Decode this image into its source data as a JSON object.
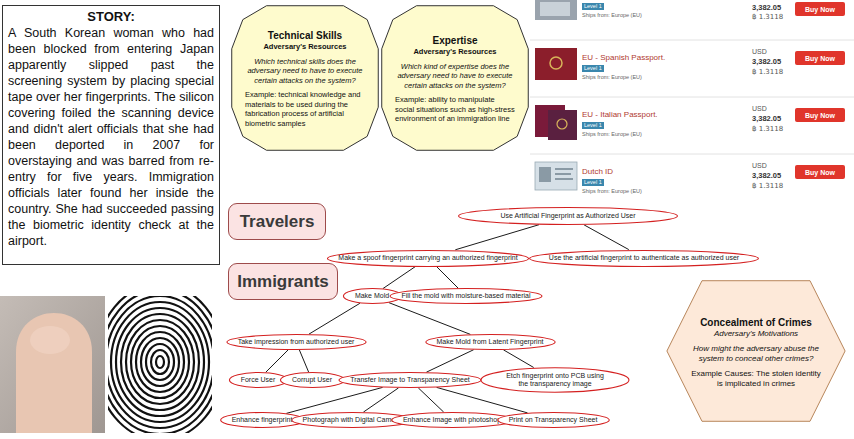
{
  "diagram": {
    "nodes": [
      {
        "text": [
          "STORY:",
          "A South Korean woman who had been blocked from entering Japan apparently slipped past the screening system by placing special tape over her fingerprints. The silicon covering foiled the scanning device and didn't alert officials that she had been deported in 2007 for overstaying and was barred from re-entry for five years. Immigration officials later found her inside the country. She had succeeded passing the biometric identity check at the airport."
        ]
      },
      {
        "text": [
          "Technical Skills",
          "Adversary's Resources",
          "Which technical skills does the adversary need to have to execute certain attacks on the system?",
          "Example: technical knowledge and materials to be used during the fabrication process of artificial biometric samples"
        ]
      },
      {
        "text": [
          "Expertise",
          "Adversary's Resources",
          "Which kind of expertise does the adversary need to have to execute certain attacks on the system?",
          "Example: ability to manipulate social situations such as high-stress environment of an immigration line"
        ]
      },
      {
        "text": [
          "Buy Now"
        ]
      },
      {
        "text": [
          "Buy Now"
        ]
      },
      {
        "text": [
          "Buy Now"
        ]
      },
      {
        "text": [
          "Buy Now"
        ]
      },
      {
        "text": [
          "Travelers"
        ]
      },
      {
        "text": [
          "Immigrants"
        ]
      },
      {
        "text": [
          "Use Artificial Fingerprint as Authorized User"
        ]
      },
      {
        "text": [
          "Make a spoof fingerprint carrying an authorized fingerprint"
        ]
      },
      {
        "text": [
          "Use the artificial fingerprint to authenticate as authorized user"
        ]
      },
      {
        "text": [
          "Make Mold"
        ]
      },
      {
        "text": [
          "Fill the mold with moisture-based material"
        ]
      },
      {
        "text": [
          "Take impression from authorized user"
        ]
      },
      {
        "text": [
          "Make Mold from Latent Fingerprint"
        ]
      },
      {
        "text": [
          "Force User"
        ]
      },
      {
        "text": [
          "Corrupt User"
        ]
      },
      {
        "text": [
          "Transfer Image to Transparency Sheet"
        ]
      },
      {
        "text": [
          "Etch fingerprint onto PCB using the transparency image"
        ]
      },
      {
        "text": [
          "Enhance fingerprint"
        ]
      },
      {
        "text": [
          "Photograph with Digital Camera"
        ]
      },
      {
        "text": [
          "Enhance Image with photoshop"
        ]
      },
      {
        "text": [
          "Print on Transparency Sheet"
        ]
      },
      {
        "text": [
          "Concealment of Crimes",
          "Adversary's Motivations",
          "How might the adversary abuse the system to conceal other crimes?",
          "Example Causes: The stolen identity is implicated in crimes"
        ]
      }
    ],
    "edges": [
      {
        "from": 9,
        "to": 10,
        "arrow": "none"
      },
      {
        "from": 9,
        "to": 11,
        "arrow": "none"
      },
      {
        "from": 10,
        "to": 12,
        "arrow": "none"
      },
      {
        "from": 10,
        "to": 13,
        "arrow": "none"
      },
      {
        "from": 12,
        "to": 14,
        "arrow": "none"
      },
      {
        "from": 12,
        "to": 15,
        "arrow": "none"
      },
      {
        "from": 14,
        "to": 16,
        "arrow": "none"
      },
      {
        "from": 14,
        "to": 17,
        "arrow": "none"
      },
      {
        "from": 15,
        "to": 18,
        "arrow": "none"
      },
      {
        "from": 15,
        "to": 19,
        "arrow": "none"
      },
      {
        "from": 18,
        "to": 20,
        "arrow": "none"
      },
      {
        "from": 18,
        "to": 21,
        "arrow": "none"
      },
      {
        "from": 18,
        "to": 22,
        "arrow": "none"
      },
      {
        "from": 18,
        "to": 23,
        "arrow": "none"
      }
    ],
    "labels": [
      "Level 1",
      "Ships from: Europe (EU)",
      "3,382.05",
      "฿ 1.3118",
      "EU - Spanish Passport.",
      "Level 1",
      "Ships from: Europe (EU)",
      "USD",
      "3,382.05",
      "฿ 1.3118",
      "EU - Italian Passport.",
      "Level 1",
      "Ships from: Europe (EU)",
      "USD",
      "3,382.05",
      "฿ 1.3118",
      "Dutch ID",
      "Level 1",
      "Ships from: Europe (EU)",
      "USD",
      "3,382.05",
      "฿ 1.3118"
    ]
  }
}
